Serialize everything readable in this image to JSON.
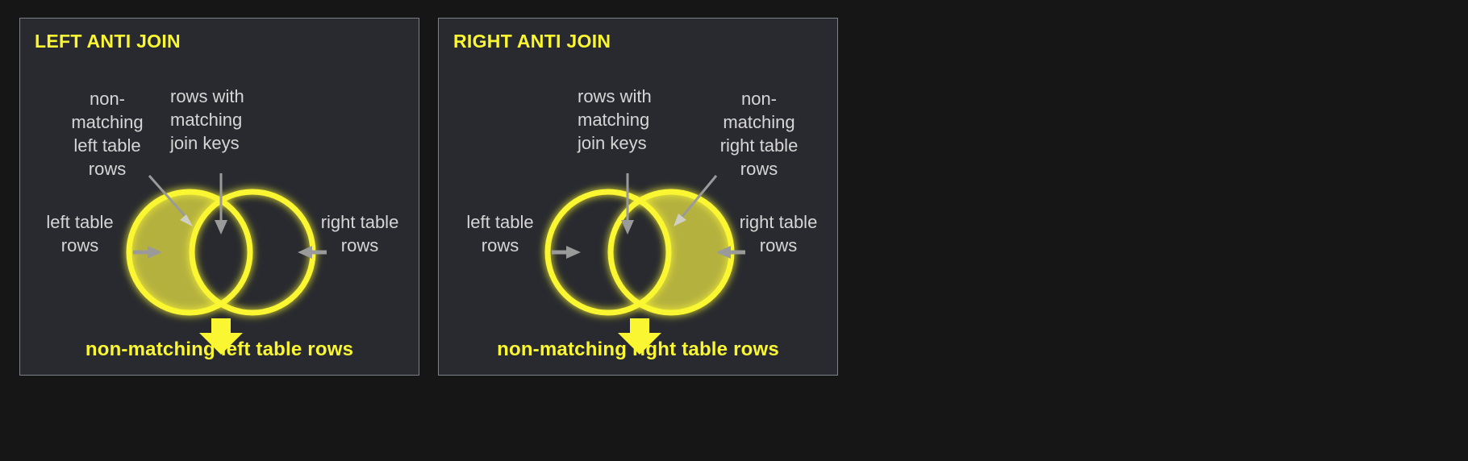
{
  "canvas": {
    "background": "#161616",
    "panel_background": "#282a2f",
    "panel_border": "#7d8086"
  },
  "colors": {
    "accent_yellow": "#faf732",
    "fill_olive": "#b5b13f",
    "annotation_gray": "#d6d6d6",
    "arrow_gray": "#9a9a9a"
  },
  "panels": [
    {
      "id": "left-anti-join",
      "title": "LEFT ANTI JOIN",
      "annotations": {
        "non_matching": "non-\nmatching\nleft table\nrows",
        "join_keys": "rows with\nmatching\njoin keys",
        "left_table": "left table\nrows",
        "right_table": "right table\nrows"
      },
      "result_label": "non-matching left table rows",
      "filled_side": "left"
    },
    {
      "id": "right-anti-join",
      "title": "RIGHT ANTI JOIN",
      "annotations": {
        "join_keys": "rows with\nmatching\njoin keys",
        "non_matching": "non-\nmatching\nright table\nrows",
        "left_table": "left table\nrows",
        "right_table": "right table\nrows"
      },
      "result_label": "non-matching right table rows",
      "filled_side": "right"
    }
  ]
}
